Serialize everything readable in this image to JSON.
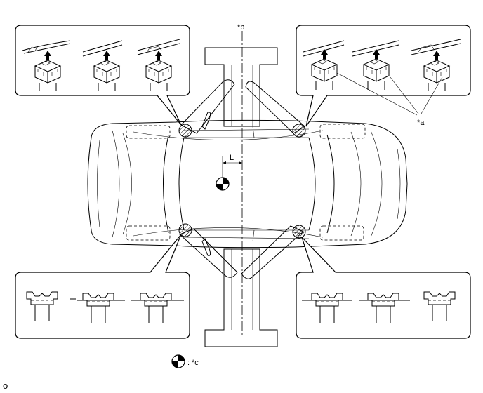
{
  "labels": {
    "centerline": "*b",
    "pad_points": "*a",
    "dimension": "L",
    "legend_sep": ":",
    "legend_ref": "*c",
    "corner_mark": "o"
  },
  "icons": {
    "center_of_gravity": "center-of-gravity-icon",
    "lift_pad": "lift-pad-icon",
    "up_arrow": "up-arrow-icon"
  },
  "colors": {
    "line": "#000000",
    "background": "#ffffff"
  }
}
